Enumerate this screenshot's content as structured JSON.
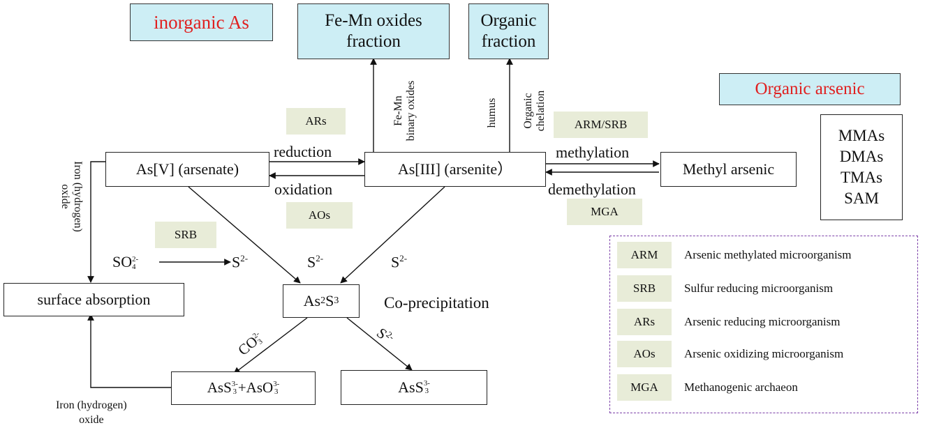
{
  "top_boxes": {
    "inorganic": "inorganic As",
    "femn": [
      "Fe-Mn oxides",
      "fraction"
    ],
    "organic_fraction": [
      "Organic",
      "fraction"
    ],
    "organic_arsenic": "Organic arsenic"
  },
  "nodes": {
    "as_v": "As[V] (arsenate)",
    "as_iii": "As[III] (arsenite）",
    "methyl": "Methyl arsenic",
    "species": [
      "MMAs",
      "DMAs",
      "TMAs",
      "SAM"
    ],
    "surface": "surface absorption",
    "as2s3": {
      "base": "As",
      "sub1": "2",
      "mid": "S",
      "sub2": "3"
    },
    "asso": {
      "a": "AsS",
      "a_sub": "3",
      "a_sup": "3-",
      "plus": "+AsO",
      "b_sub": "3",
      "b_sup": "3-"
    },
    "ass3": {
      "base": "AsS",
      "sub": "3",
      "sup": "3-"
    }
  },
  "labels": {
    "reduction": "reduction",
    "oxidation": "oxidation",
    "methylation": "methylation",
    "demethylation": "demethylation",
    "coprecip": "Co-precipitation",
    "femn_binary": [
      "Fe-Mn",
      "binary oxides"
    ],
    "humus": "humus",
    "org_chel": [
      "Organic",
      "chelation"
    ],
    "iron_left": [
      "Iron (hydrogen)",
      "oxide"
    ],
    "iron_bottom": [
      "Iron (hydrogen)",
      "oxide"
    ],
    "so4": {
      "base": "SO",
      "sub": "4",
      "sup": "2-"
    },
    "s2_a": {
      "base": "S",
      "sup": "2-"
    },
    "s2_b": {
      "base": "S",
      "sup": "2-"
    },
    "s2_c": {
      "base": "S",
      "sup": "2-"
    },
    "co3": {
      "base": "CO",
      "sub": "3",
      "sup": "2-"
    },
    "s2_diag": {
      "base": "S",
      "sup": "2-"
    }
  },
  "tags": {
    "ars": "ARs",
    "aos": "AOs",
    "armsrb": "ARM/SRB",
    "mga": "MGA",
    "srb": "SRB"
  },
  "legend": [
    {
      "abbr": "ARM",
      "desc": "Arsenic methylated microorganism"
    },
    {
      "abbr": "SRB",
      "desc": "Sulfur reducing microorganism"
    },
    {
      "abbr": "ARs",
      "desc": "Arsenic reducing microorganism"
    },
    {
      "abbr": "AOs",
      "desc": "Arsenic oxidizing microorganism"
    },
    {
      "abbr": "MGA",
      "desc": "Methanogenic archaeon"
    }
  ],
  "colors": {
    "highlight_box": "#cdeef5",
    "tag_bg": "#e8ecd8",
    "title_red": "#e02020",
    "legend_border": "#7b3fa8"
  }
}
